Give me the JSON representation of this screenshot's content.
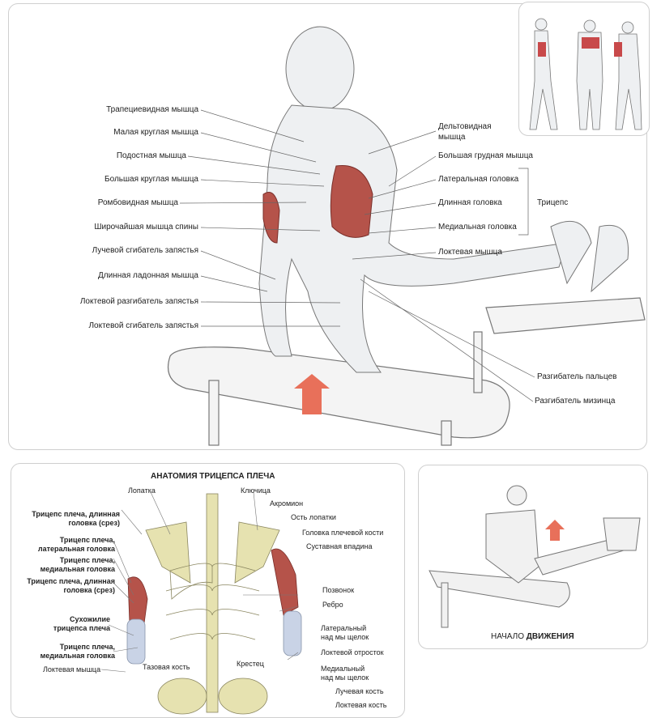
{
  "main": {
    "left_labels": [
      "Трапециевидная мышца",
      "Малая круглая мышца",
      "Подостная мышца",
      "Большая круглая мышца",
      "Ромбовидная мышца",
      "Широчайшая мышца спины",
      "Лучевой сгибатель запястья",
      "Длинная ладонная мышца",
      "Локтевой разгибатель запястья",
      "Локтевой сгибатель запястья"
    ],
    "right_labels": {
      "deltoid_1": "Дельтовидная",
      "deltoid_2": "мышца",
      "pectoral": "Большая грудная мышца",
      "lateral": "Латеральная головка",
      "long": "Длинная головка",
      "medial": "Медиальная головка",
      "triceps": "Трицепс",
      "anconeus": "Локтевая мышца",
      "ext_digitorum": "Разгибатель пальцев",
      "ext_minimi": "Разгибатель мизинца"
    }
  },
  "anatomy": {
    "title": "АНАТОМИЯ ТРИЦЕПСА ПЛЕЧА",
    "left": [
      [
        "Трицепс плеча, длинная",
        "головка (срез)"
      ],
      [
        "Трицепс плеча,",
        "латеральная головка"
      ],
      [
        "Трицепс плеча,",
        "медиальная головка"
      ],
      [
        "Трицепс плеча, длинная",
        "головка (срез)"
      ],
      [
        "Сухожилие",
        "трицепса плеча"
      ],
      [
        "Трицепс плеча,",
        "медиальная головка"
      ]
    ],
    "anconeus": "Локтевая мышца",
    "top": {
      "scapula": "Лопатка",
      "clavicle": "Ключица"
    },
    "right": [
      "Акромион",
      "Ость лопатки",
      "Головка плечевой кости",
      "Суставная впадина",
      "Позвонок",
      "Ребро"
    ],
    "lat_epi": [
      "Латеральный",
      "над мы щелок"
    ],
    "olecranon": "Локтевой отросток",
    "med_epi": [
      "Медиальный",
      "над мы щелок"
    ],
    "radius": "Лучевая кость",
    "ulna": "Локтевая кость",
    "pelvis": "Тазовая кость",
    "sacrum": "Крестец"
  },
  "start": {
    "caption_normal": "НАЧАЛО ",
    "caption_bold": "ДВИЖЕНИЯ"
  },
  "colors": {
    "muscle": "#b5534a",
    "arrow": "#e8705a",
    "bone": "#e6e2b0",
    "line": "#555555"
  }
}
